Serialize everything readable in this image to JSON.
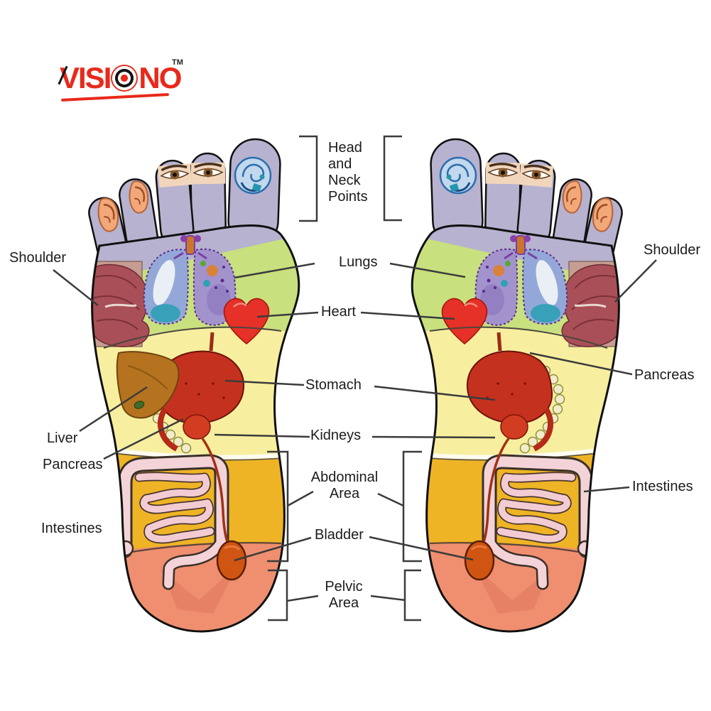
{
  "page": {
    "type": "foot reflexology chart",
    "background": "#ffffff"
  },
  "logo": {
    "pre": "VISI",
    "post": "NO",
    "tm": "TM",
    "brand_color": "#e72a1b"
  },
  "labels": {
    "head_neck": "Head and Neck Points",
    "lungs": "Lungs",
    "heart": "Heart",
    "stomach": "Stomach",
    "kidneys": "Kidneys",
    "abdominal": "Abdominal Area",
    "bladder": "Bladder",
    "pelvic": "Pelvic Area",
    "shoulder_left": "Shoulder",
    "shoulder_right": "Shoulder",
    "liver": "Liver",
    "pancreas_left": "Pancreas",
    "pancreas_right": "Pancreas",
    "intestines_left": "Intestines",
    "intestines_right": "Intestines"
  },
  "zones": [
    {
      "name": "head-and-neck-toes",
      "color": "#b7b2cf"
    },
    {
      "name": "chest-shoulder",
      "color": "#c8e07e"
    },
    {
      "name": "upper-abdomen",
      "color": "#f7ef9f"
    },
    {
      "name": "abdominal-intestines",
      "color": "#eeb425"
    },
    {
      "name": "pelvic-heel",
      "color": "#ef8f6f"
    }
  ],
  "line_color": "#3b3b3b"
}
